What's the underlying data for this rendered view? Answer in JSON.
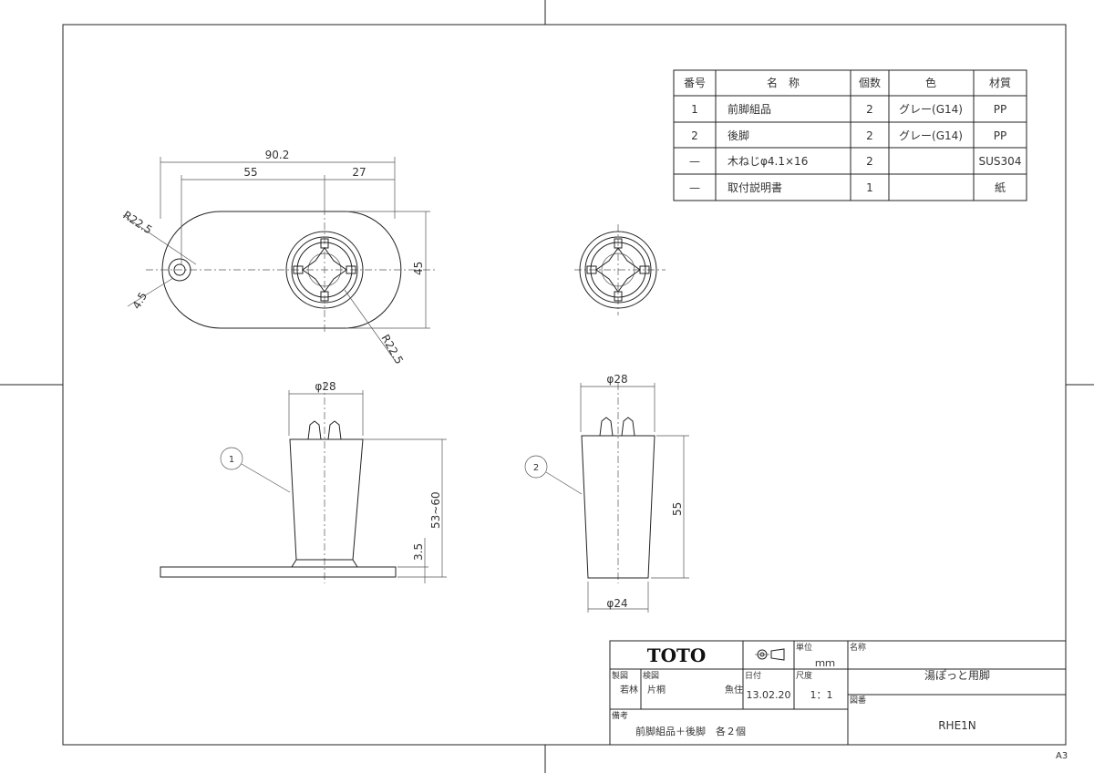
{
  "parts_table": {
    "headers": [
      "番号",
      "名　称",
      "個数",
      "色",
      "材質"
    ],
    "rows": [
      [
        "1",
        "前脚組品",
        "2",
        "グレー(G14)",
        "PP"
      ],
      [
        "2",
        "後脚",
        "2",
        "グレー(G14)",
        "PP"
      ],
      [
        "—",
        "木ねじφ4.1×16",
        "2",
        "",
        "SUS304"
      ],
      [
        "—",
        "取付説明書",
        "1",
        "",
        "紙"
      ]
    ]
  },
  "dims": {
    "top_total": "90.2",
    "top_left": "55",
    "top_right": "27",
    "radius_left": "R22.5",
    "hole": "4.5",
    "radius_right": "R22.5",
    "height": "45",
    "front_dia": "φ28",
    "front_height": "53~60",
    "front_base": "3.5",
    "rear_top_dia": "φ28",
    "rear_height": "55",
    "rear_bottom_dia": "φ24"
  },
  "balloons": {
    "front": "1",
    "rear": "2"
  },
  "title_block": {
    "logo": "TOTO",
    "unit_label": "単位",
    "unit_value": "ｍｍ",
    "name_label": "名称",
    "name_value": "湯ぽっと用脚",
    "drawn_label": "製図",
    "drawn_value": "若林",
    "check_label": "検図",
    "check_value1": "片桐",
    "check_value2": "魚住",
    "date_label": "日付",
    "date_value": "13.02.20",
    "scale_label": "尺度",
    "scale_value": "1：1",
    "drawing_no_label": "図番",
    "drawing_no_value": "RHE1N",
    "remarks_label": "備考",
    "remarks_value": "前脚組品＋後脚　各２個"
  },
  "sheet_size": "A3"
}
